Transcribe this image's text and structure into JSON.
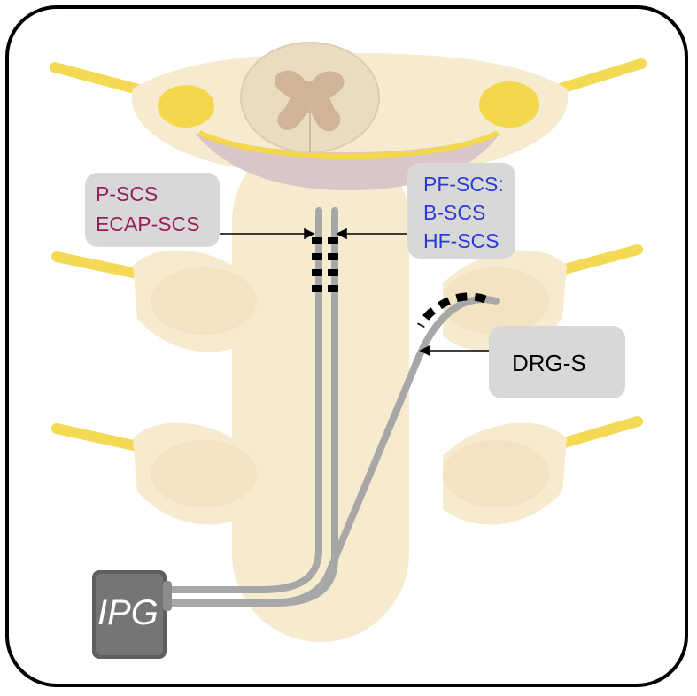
{
  "colors": {
    "bone": "#f7ebcf",
    "nerve": "#f5d94a",
    "cord": "#e7dcc0",
    "grey_matter": "#cfb496",
    "lead": "#a7a7a7",
    "box": "#d8d8d8",
    "magenta": "#9b1d5c",
    "blue": "#2b3bd6",
    "ipg_body": "#707070"
  },
  "labels": {
    "left_line1": "P-SCS",
    "left_line2": "ECAP-SCS",
    "right_line1": "PF-SCS:",
    "right_line2": "B-SCS",
    "right_line3": "HF-SCS",
    "drg": "DRG-S",
    "ipg": "IPG"
  },
  "icons": {
    "spinal_cord": "spinal-cord-cross-section",
    "arrow": "arrow-pointer"
  }
}
